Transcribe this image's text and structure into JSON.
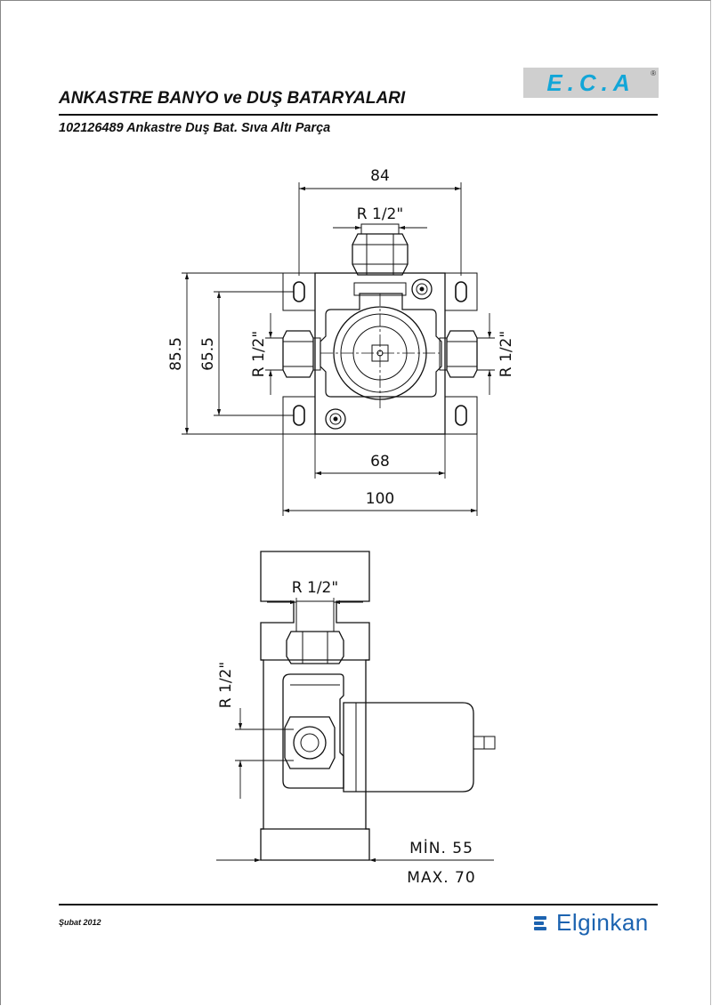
{
  "header": {
    "logo": "E.C.A",
    "title": "ANKASTRE BANYO ve DUŞ BATARYALARI",
    "subtitle": "102126489 Ankastre Duş Bat. Sıva Altı Parça"
  },
  "front_view": {
    "dim_top_width": "84",
    "dim_top_thread": "R 1/2\"",
    "dim_left_outer": "85.5",
    "dim_left_inner": "65.5",
    "dim_left_thread": "R 1/2\"",
    "dim_right_thread": "R 1/2\"",
    "dim_body_width": "68",
    "dim_total_width": "100"
  },
  "side_view": {
    "dim_top_thread": "R 1/2\"",
    "dim_left_thread": "R 1/2\"",
    "dim_min": "MİN. 55",
    "dim_max": "MAX. 70"
  },
  "footer": {
    "date": "Şubat 2012",
    "brand": "Elginkan"
  },
  "colors": {
    "eca_logo": "#12a6d8",
    "elginkan_brand": "#1c63b0",
    "logo_bg": "#cfcfcf"
  }
}
